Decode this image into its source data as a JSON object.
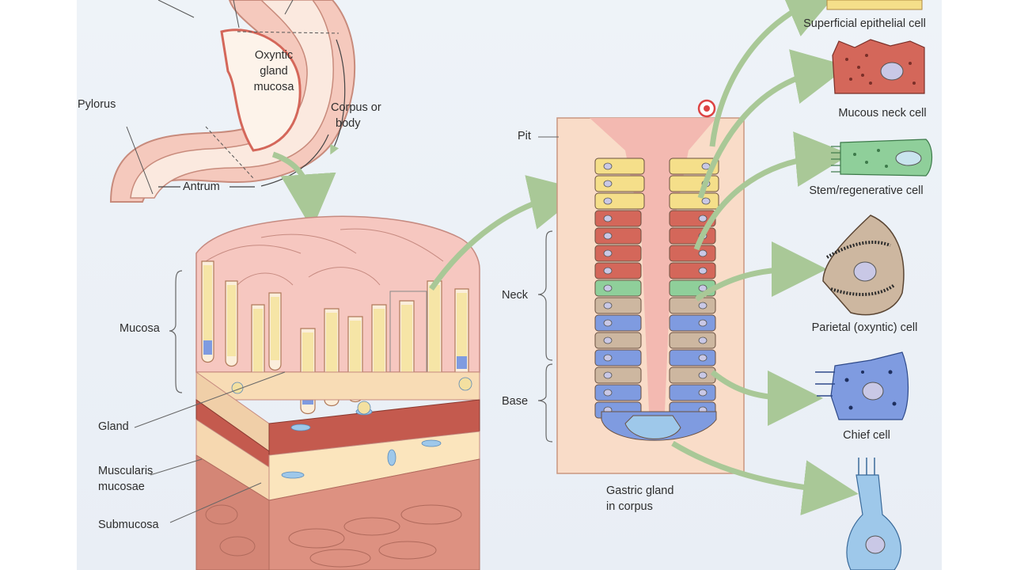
{
  "labels": {
    "oxyntic": [
      "Oxyntic",
      "gland",
      "mucosa"
    ],
    "corpus": [
      "Corpus or",
      "body"
    ],
    "pylorus": "Pylorus",
    "antrum": "Antrum",
    "mucosa": "Mucosa",
    "gland": "Gland",
    "muscularis": [
      "Muscularis",
      "mucosae"
    ],
    "submucosa": "Submucosa",
    "pit": "Pit",
    "neck": "Neck",
    "base": "Base",
    "gland_caption": [
      "Gastric gland",
      "in corpus"
    ]
  },
  "cells": [
    {
      "label": "Superficial epithelial cell"
    },
    {
      "label": "Mucous neck cell"
    },
    {
      "label": "Stem/regenerative cell"
    },
    {
      "label": "Parietal (oxyntic) cell"
    },
    {
      "label": "Chief cell"
    }
  ],
  "colors": {
    "pit_yellow": "#f5df8a",
    "mucous_red": "#d4675a",
    "stem_green": "#8fcf9a",
    "parietal_tan": "#cdb7a0",
    "chief_blue": "#7f9be0",
    "endocrine_blue": "#9ec8ea",
    "arrow_green": "#b8d4a8",
    "gland_bg": "#f9dcc8",
    "lumen_pink": "#f3b9b1"
  }
}
